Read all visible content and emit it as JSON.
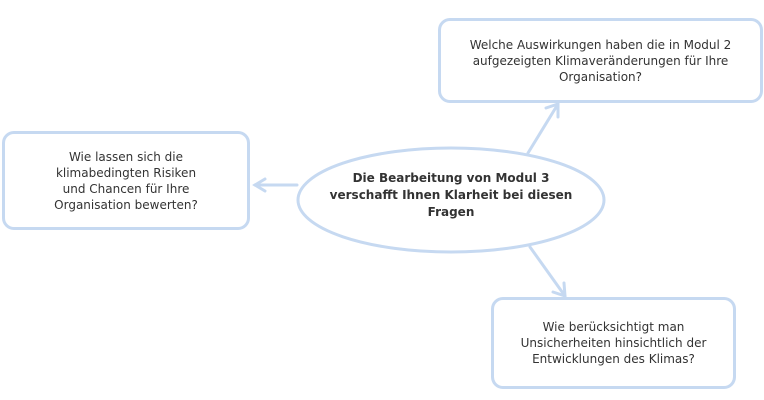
{
  "center": {
    "text": "Die Bearbeitung von Modul 3 verschafft Ihnen Klarheit bei diesen Fragen"
  },
  "nodes": [
    {
      "text": "Wie lassen sich die klimabedingten Risiken und Chancen für Ihre Organisation bewerten?"
    },
    {
      "text": "Welche Auswirkungen haben die in Modul 2 aufgezeigten Klimaveränderungen für Ihre Organisation?"
    },
    {
      "text": "Wie berücksichtigt man Unsicherheiten hinsichtlich der Entwicklungen des Klimas?"
    }
  ],
  "colors": {
    "stroke": "#c6d9f1",
    "text": "#333333"
  }
}
